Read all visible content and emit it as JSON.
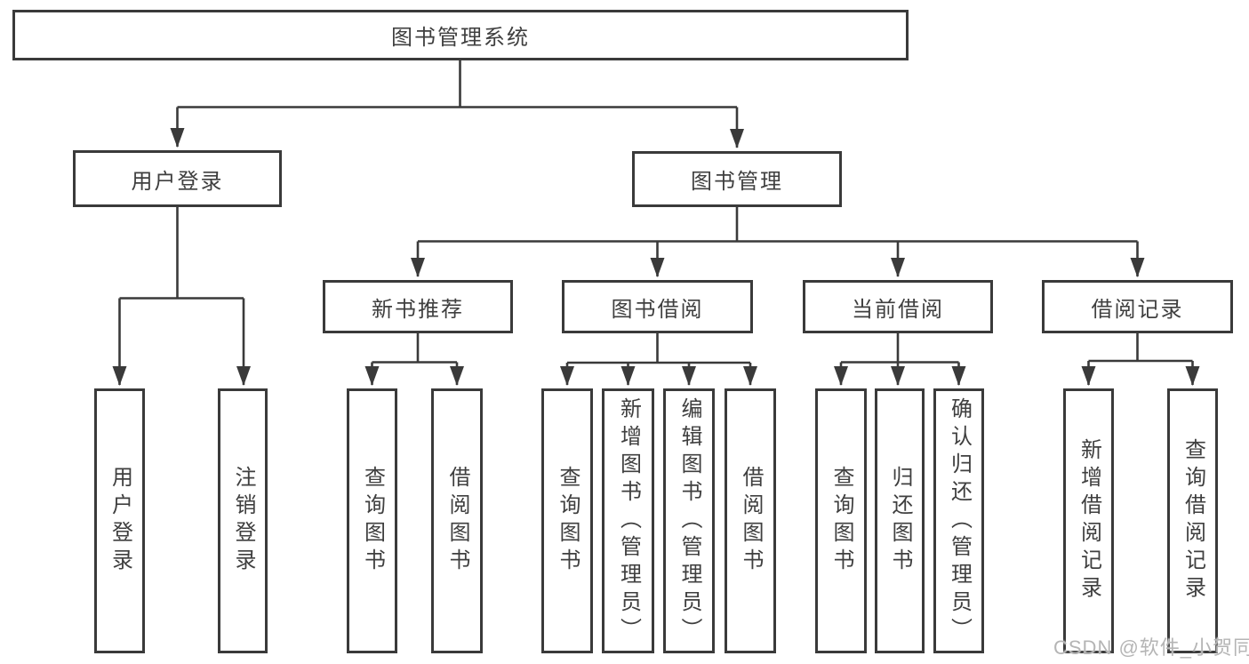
{
  "tree": {
    "root": {
      "label": "图书管理系统",
      "children": [
        {
          "label": "用户登录",
          "children": [
            {
              "label": "用户登录"
            },
            {
              "label": "注销登录"
            }
          ]
        },
        {
          "label": "图书管理",
          "children": [
            {
              "label": "新书推荐",
              "children": [
                {
                  "label": "查询图书"
                },
                {
                  "label": "借阅图书"
                }
              ]
            },
            {
              "label": "图书借阅",
              "children": [
                {
                  "label": "查询图书"
                },
                {
                  "label": "新增图书（管理员）"
                },
                {
                  "label": "编辑图书（管理员）"
                },
                {
                  "label": "借阅图书"
                }
              ]
            },
            {
              "label": "当前借阅",
              "children": [
                {
                  "label": "查询图书"
                },
                {
                  "label": "归还图书"
                },
                {
                  "label": "确认归还（管理员）"
                }
              ]
            },
            {
              "label": "借阅记录",
              "children": [
                {
                  "label": "新增借阅记录"
                },
                {
                  "label": "查询借阅记录"
                }
              ]
            }
          ]
        }
      ]
    }
  },
  "watermark": {
    "text": "CSDN @软件_小贺同学"
  },
  "colors": {
    "line": "#3a3a3a",
    "text": "#3f3f3f",
    "background": "#ffffff",
    "watermark": "#b5b5b5"
  }
}
